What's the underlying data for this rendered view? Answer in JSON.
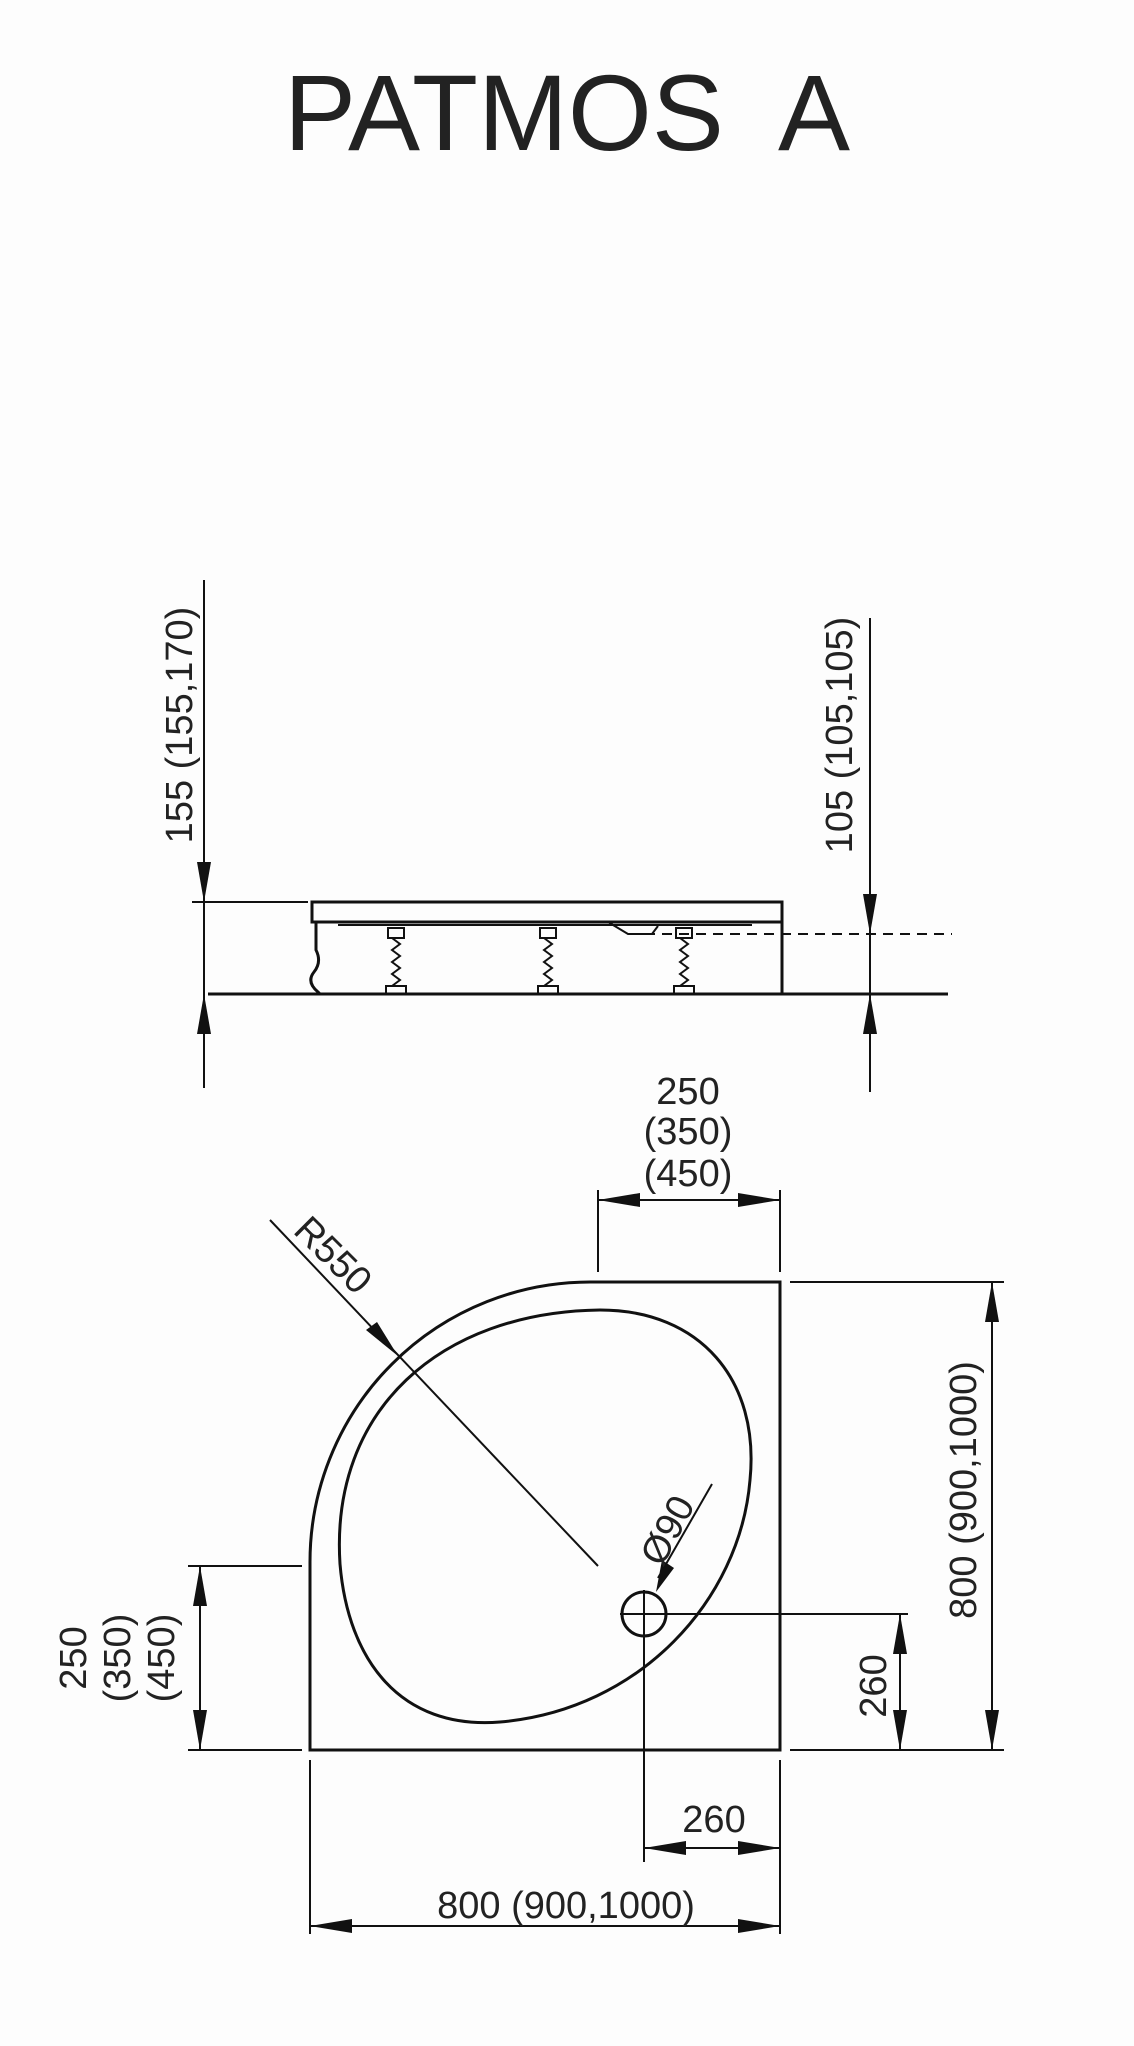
{
  "title": "PATMOS  A",
  "colors": {
    "ink": "#111111",
    "background": "#fdfdfd"
  },
  "side_view": {
    "total_height": "155 (155,170)",
    "drain_height": "105 (105,105)"
  },
  "top_view": {
    "top_corner_width": [
      "250",
      "(350)",
      "(450)"
    ],
    "left_corner_height": [
      "250",
      "(350)",
      "(450)"
    ],
    "radius": "R550",
    "drain_diameter": "Ø90",
    "drain_offset_y": "260",
    "drain_offset_x": "260",
    "right_height": "800 (900,1000)",
    "bottom_width": "800 (900,1000)"
  }
}
